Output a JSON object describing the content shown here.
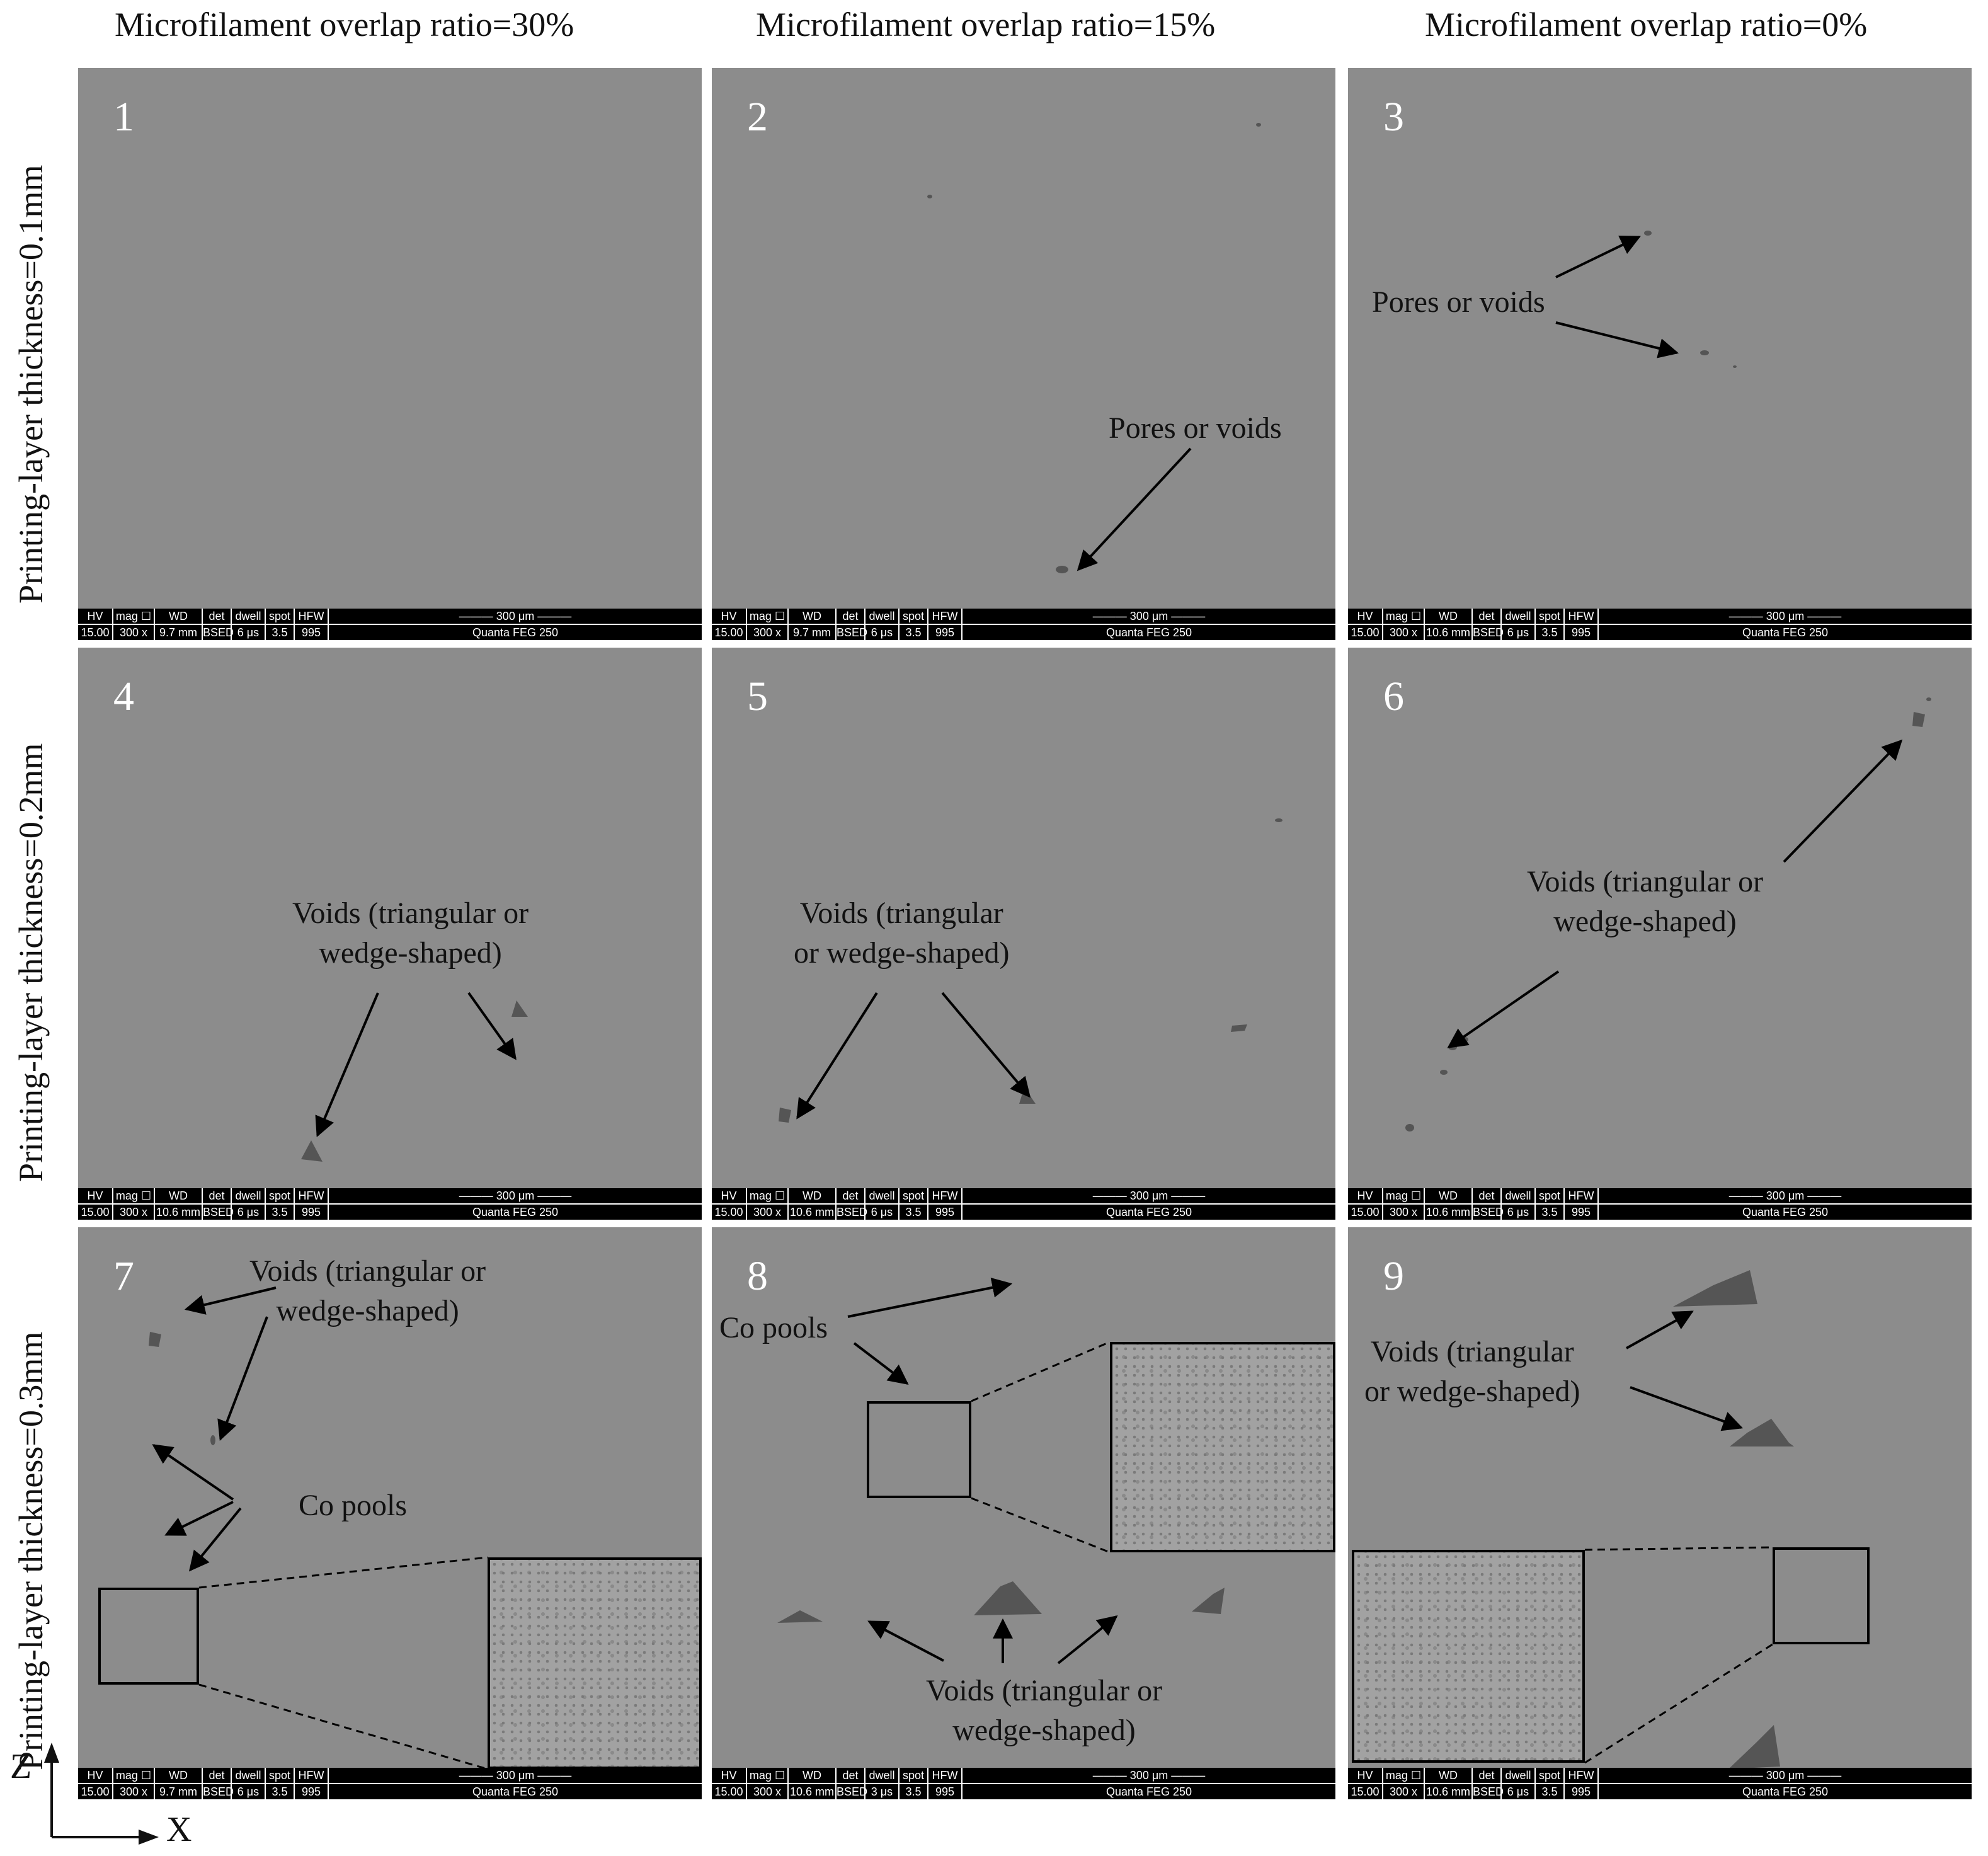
{
  "column_titles": [
    "Microfilament overlap ratio=30%",
    "Microfilament overlap ratio=15%",
    "Microfilament overlap ratio=0%"
  ],
  "row_titles": [
    "Printing-layer thickness=0.1mm",
    "Printing-layer thickness=0.2mm",
    "Printing-layer thickness=0.3mm"
  ],
  "panels": [
    {
      "num": "1",
      "notes": [],
      "bar": {
        "hv": "15.00 kV",
        "mag": "300 x",
        "wd": "9.7 mm",
        "det": "BSED",
        "dwell": "6 μs",
        "spot": "3.5",
        "hfw": "995 μm"
      }
    },
    {
      "num": "2",
      "notes": [
        "Pores or voids"
      ],
      "bar": {
        "hv": "15.00 kV",
        "mag": "300 x",
        "wd": "9.7 mm",
        "det": "BSED",
        "dwell": "6 μs",
        "spot": "3.5",
        "hfw": "995 μm"
      }
    },
    {
      "num": "3",
      "notes": [
        "Pores or voids"
      ],
      "bar": {
        "hv": "15.00 kV",
        "mag": "300 x",
        "wd": "10.6 mm",
        "det": "BSED",
        "dwell": "6 μs",
        "spot": "3.5",
        "hfw": "995 μm"
      }
    },
    {
      "num": "4",
      "notes": [
        "Voids (triangular or\nwedge-shaped)"
      ],
      "bar": {
        "hv": "15.00 kV",
        "mag": "300 x",
        "wd": "10.6 mm",
        "det": "BSED",
        "dwell": "6 μs",
        "spot": "3.5",
        "hfw": "995 μm"
      }
    },
    {
      "num": "5",
      "notes": [
        "Voids (triangular\nor wedge-shaped)"
      ],
      "bar": {
        "hv": "15.00 kV",
        "mag": "300 x",
        "wd": "10.6 mm",
        "det": "BSED",
        "dwell": "6 μs",
        "spot": "3.5",
        "hfw": "995 μm"
      }
    },
    {
      "num": "6",
      "notes": [
        "Voids (triangular or\nwedge-shaped)"
      ],
      "bar": {
        "hv": "15.00 kV",
        "mag": "300 x",
        "wd": "10.6 mm",
        "det": "BSED",
        "dwell": "6 μs",
        "spot": "3.5",
        "hfw": "995 μm"
      }
    },
    {
      "num": "7",
      "notes": [
        "Voids (triangular or\nwedge-shaped)",
        "Co pools"
      ],
      "bar": {
        "hv": "15.00 kV",
        "mag": "300 x",
        "wd": "9.7 mm",
        "det": "BSED",
        "dwell": "6 μs",
        "spot": "3.5",
        "hfw": "995 μm"
      }
    },
    {
      "num": "8",
      "notes": [
        "Co pools",
        "Voids (triangular or\nwedge-shaped)"
      ],
      "bar": {
        "hv": "15.00 kV",
        "mag": "300 x",
        "wd": "10.6 mm",
        "det": "BSED",
        "dwell": "3 μs",
        "spot": "3.5",
        "hfw": "995 μm"
      }
    },
    {
      "num": "9",
      "notes": [
        "Voids (triangular\nor wedge-shaped)"
      ],
      "bar": {
        "hv": "15.00 kV",
        "mag": "300 x",
        "wd": "10.6 mm",
        "det": "BSED",
        "dwell": "6 μs",
        "spot": "3.5",
        "hfw": "995 μm"
      }
    }
  ],
  "bar_labels": {
    "hv": "HV",
    "mag": "mag ☐",
    "wd": "WD",
    "det": "det",
    "dwell": "dwell",
    "spot": "spot",
    "hfw": "HFW"
  },
  "scale_label": "300 μm",
  "instrument": "Quanta FEG 250",
  "axes": {
    "z": "Z",
    "x": "X"
  },
  "colors": {
    "background": "#8c8c8c",
    "void": "#555555",
    "bar": "#000000"
  }
}
